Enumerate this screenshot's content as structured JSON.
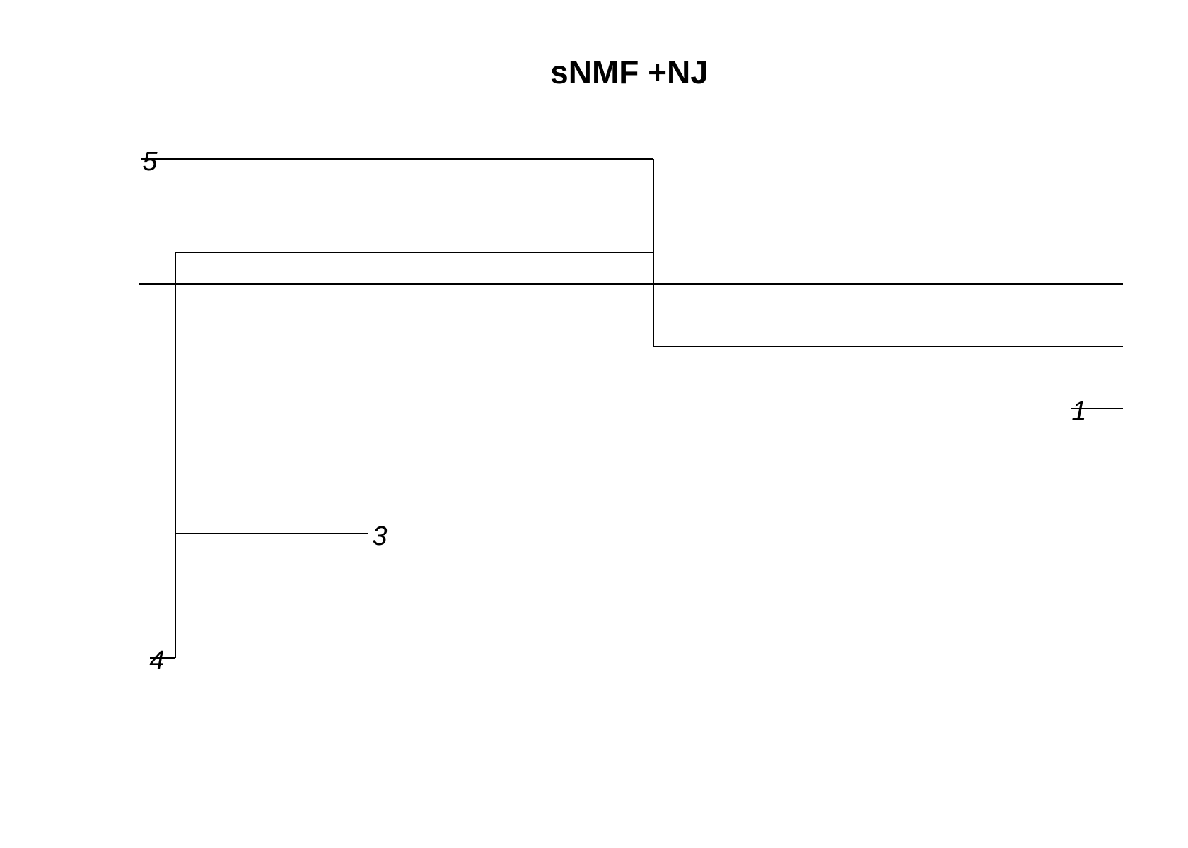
{
  "title": "sNMF +NJ",
  "tree": {
    "layout": "rectangular cladogram",
    "line_color": "#000000",
    "tips": [
      {
        "id": "tip-5",
        "label": "5"
      },
      {
        "id": "tip-1",
        "label": "1"
      },
      {
        "id": "tip-3",
        "label": "3"
      },
      {
        "id": "tip-4",
        "label": "4"
      }
    ]
  }
}
